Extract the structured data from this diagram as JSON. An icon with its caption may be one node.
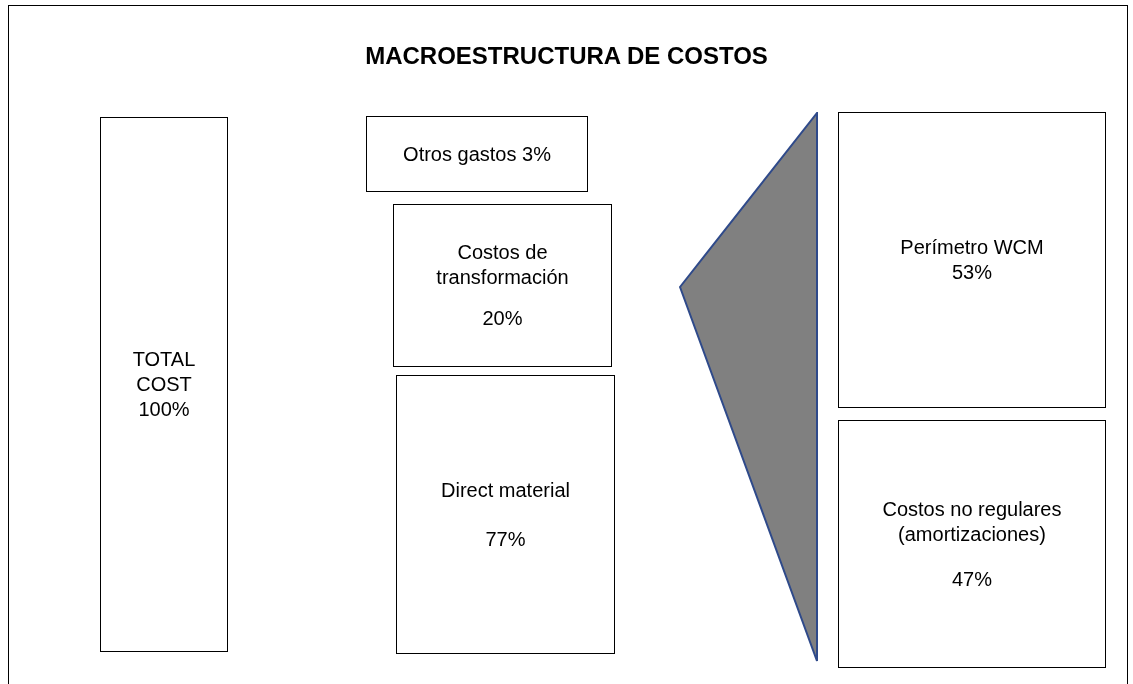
{
  "diagram": {
    "title": "MACROESTRUCTURA DE COSTOS",
    "nodes": [
      {
        "text": [
          "TOTAL COST",
          "100%"
        ]
      },
      {
        "text": [
          "Otros gastos 3%"
        ]
      },
      {
        "text": [
          "Costos de transformación",
          "20%"
        ]
      },
      {
        "text": [
          "Direct material",
          "77%"
        ]
      },
      {
        "text": [],
        "shape": "triangle"
      },
      {
        "text": [
          "Perímetro WCM",
          "53%"
        ]
      },
      {
        "text": [
          "Costos no regulares (amortizaciones)",
          "47%"
        ]
      }
    ]
  }
}
